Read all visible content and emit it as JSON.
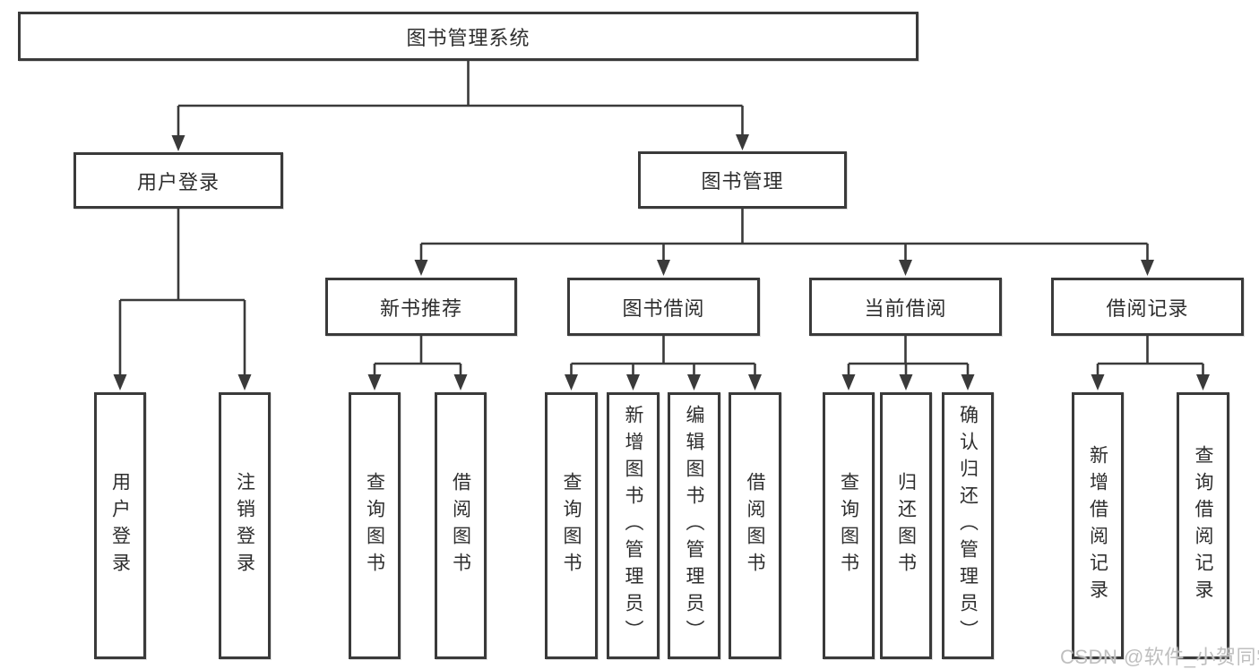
{
  "diagram": {
    "type": "function-structure-tree",
    "tree": {
      "label": "图书管理系统",
      "children": [
        {
          "label": "用户登录",
          "children": [
            {
              "label": "用户登录"
            },
            {
              "label": "注销登录"
            }
          ]
        },
        {
          "label": "图书管理",
          "children": [
            {
              "label": "新书推荐",
              "children": [
                {
                  "label": "查询图书"
                },
                {
                  "label": "借阅图书"
                }
              ]
            },
            {
              "label": "图书借阅",
              "children": [
                {
                  "label": "查询图书"
                },
                {
                  "label": "新增图书（管理员）"
                },
                {
                  "label": "编辑图书（管理员）"
                },
                {
                  "label": "借阅图书"
                }
              ]
            },
            {
              "label": "当前借阅",
              "children": [
                {
                  "label": "查询图书"
                },
                {
                  "label": "归还图书"
                },
                {
                  "label": "确认归还（管理员）"
                }
              ]
            },
            {
              "label": "借阅记录",
              "children": [
                {
                  "label": "新增借阅记录"
                },
                {
                  "label": "查询借阅记录"
                }
              ]
            }
          ]
        }
      ]
    }
  },
  "watermark": {
    "text": "CSDN @软件_小贺同学"
  },
  "colors": {
    "background": "#ffffff",
    "line": "#3a3a3a",
    "box_border": "#3a3a3a",
    "box_fill": "#ffffff",
    "text": "#2e2e2e",
    "watermark": "#bfbfbf"
  }
}
